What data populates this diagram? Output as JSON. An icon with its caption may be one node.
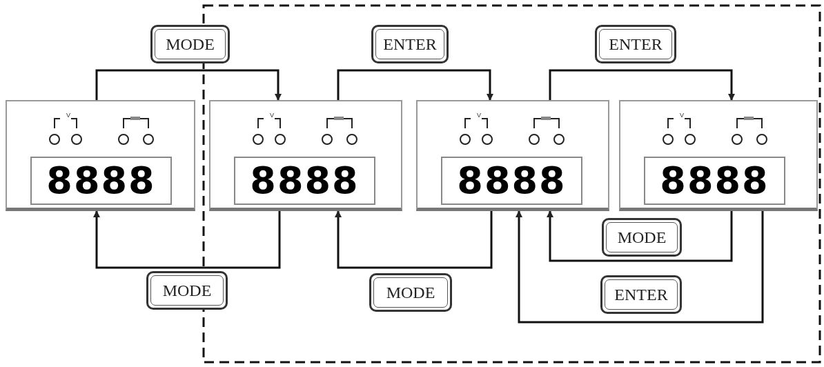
{
  "diagram": {
    "nodes": [
      {
        "text": [
          "8888"
        ]
      },
      {
        "text": [
          "8888"
        ]
      },
      {
        "text": [
          "8888"
        ]
      },
      {
        "text": [
          "8888"
        ]
      }
    ],
    "edges": [
      {
        "from": 0,
        "to": 1,
        "arrow": "to",
        "label": "MODE"
      },
      {
        "from": 1,
        "to": 2,
        "arrow": "to",
        "label": "ENTER"
      },
      {
        "from": 2,
        "to": 3,
        "arrow": "to",
        "label": "ENTER"
      },
      {
        "from": 1,
        "to": 0,
        "arrow": "to",
        "label": "MODE"
      },
      {
        "from": 2,
        "to": 1,
        "arrow": "to",
        "label": "MODE"
      },
      {
        "from": 3,
        "to": 2,
        "arrow": "to",
        "label": "MODE"
      },
      {
        "from": 3,
        "to": 2,
        "arrow": "to",
        "label": "ENTER"
      }
    ],
    "labels": [
      "V",
      "V",
      "V",
      "V"
    ]
  }
}
